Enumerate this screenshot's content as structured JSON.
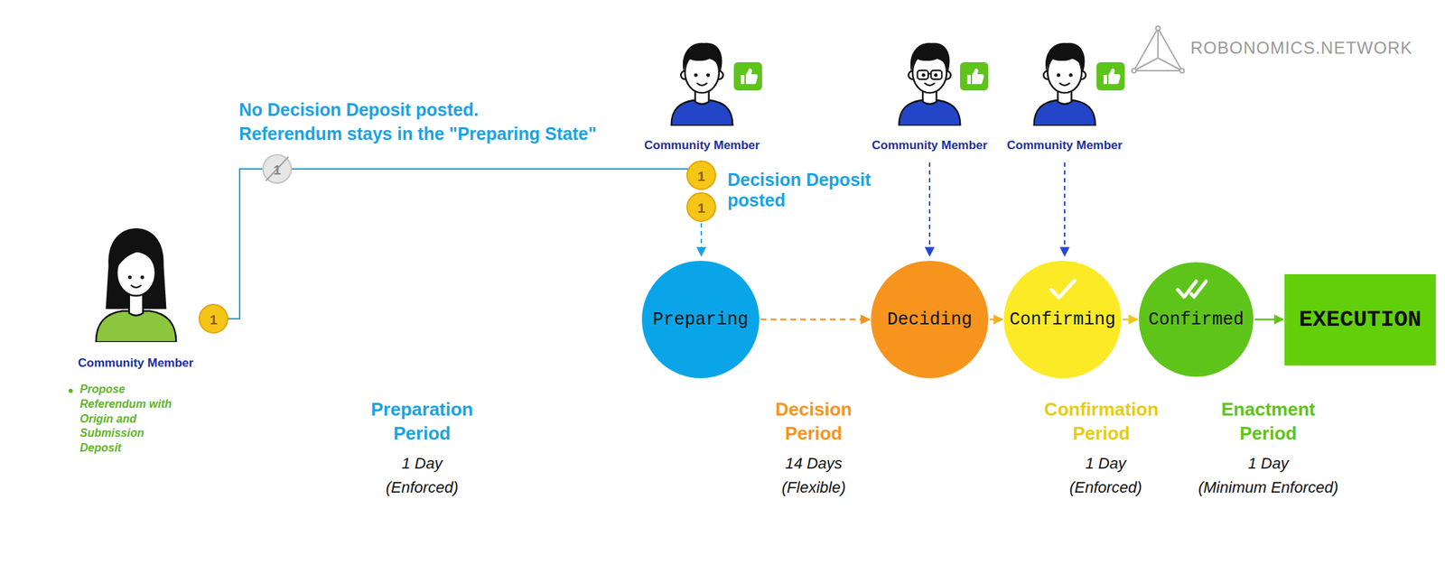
{
  "diagram": {
    "nodes": [
      {
        "text": [
          "Preparing"
        ]
      },
      {
        "text": [
          "Deciding"
        ]
      },
      {
        "text": [
          "Confirming"
        ]
      },
      {
        "text": [
          "Confirmed"
        ]
      },
      {
        "text": [
          "EXECUTION"
        ]
      }
    ],
    "edges": [
      {
        "from": 0,
        "to": 1,
        "arrow": "to"
      },
      {
        "from": 1,
        "to": 2,
        "arrow": "to"
      },
      {
        "from": 2,
        "to": 3,
        "arrow": "to"
      },
      {
        "from": 3,
        "to": 4,
        "arrow": "to"
      }
    ],
    "labels": [
      "No Decision Deposit posted.",
      "Referendum stays in the \"Preparing State\"",
      "Community Member",
      "Community Member",
      "Community Member",
      "Community Member",
      "Propose Referendum with Origin and Submission Deposit",
      "1",
      "1",
      "1",
      "1",
      "Decision Deposit posted",
      "Preparation Period",
      "1 Day",
      "(Enforced)",
      "Decision Period",
      "14 Days",
      "(Flexible)",
      "Confirmation Period",
      "1 Day",
      "(Enforced)",
      "Enactment Period",
      "1 Day",
      "(Minimum Enforced)",
      "ROBONOMICS.NETWORK"
    ]
  }
}
